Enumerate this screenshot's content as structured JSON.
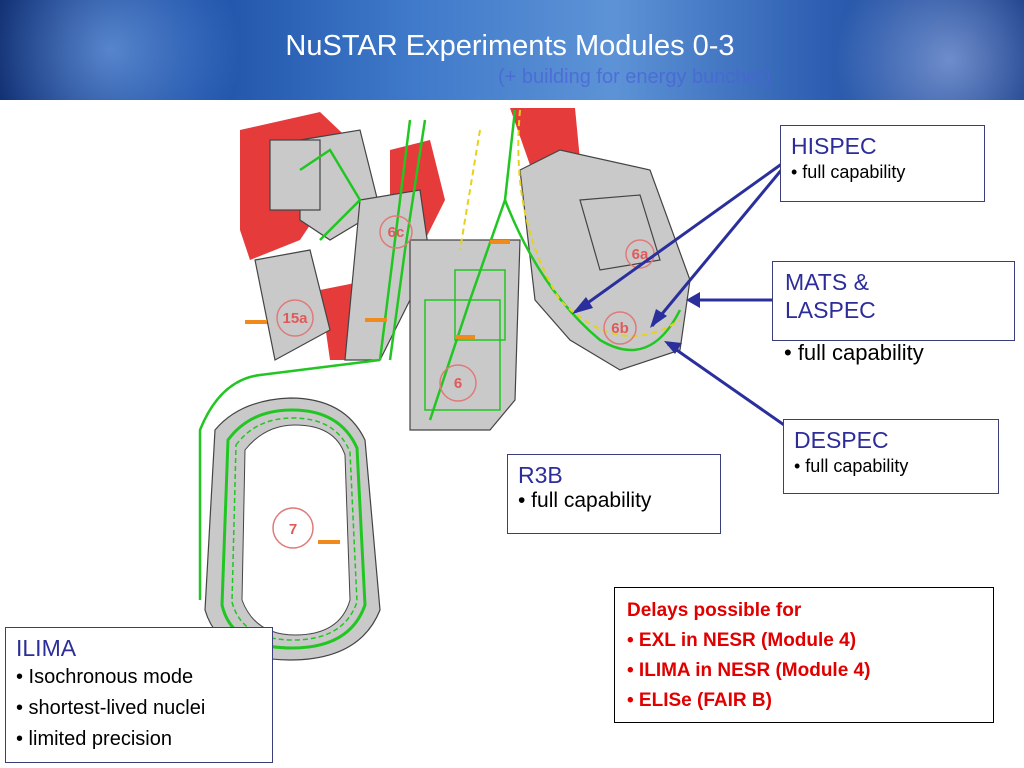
{
  "title": "NuSTAR Experiments Modules 0-3",
  "subtitle": "(+ building for energy buncher)",
  "colors": {
    "banner": "#1c4fa6",
    "box_head": "#2d2d9a",
    "delay_text": "#e00000",
    "arrow": "#2b2f9c",
    "beamline": "#22c622",
    "building_red": "#e63b3b"
  },
  "plan_labels": [
    "6c",
    "6a",
    "6b",
    "15a",
    "6",
    "7"
  ],
  "boxes": {
    "hispec": {
      "head": "HISPEC",
      "items": [
        "• full capability"
      ]
    },
    "mats": {
      "head": "MATS &",
      "head2": "LASPEC",
      "items": [
        "• full capability"
      ]
    },
    "despec": {
      "head": "DESPEC",
      "items": [
        "• full capability"
      ]
    },
    "r3b": {
      "head": "R3B",
      "items": [
        "• full capability"
      ]
    },
    "ilima": {
      "head": "ILIMA",
      "items": [
        "• Isochronous mode",
        "• shortest-lived nuclei",
        "• limited precision"
      ]
    }
  },
  "delays": {
    "head": "Delays possible for",
    "items": [
      "• EXL in NESR (Module 4)",
      "• ILIMA in NESR (Module 4)",
      "• ELISe (FAIR B)"
    ]
  }
}
